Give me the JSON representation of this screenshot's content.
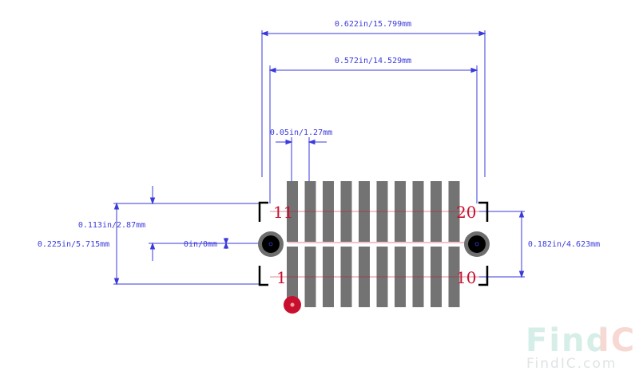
{
  "dimensions": {
    "overall_width": "0.622in/15.799mm",
    "pin_row_width": "0.572in/14.529mm",
    "pitch": "0.05in/1.27mm",
    "half_height": "0.113in/2.87mm",
    "overall_height": "0.225in/5.715mm",
    "zero_offset": "0in/0mm",
    "row_spacing": "0.182in/4.623mm"
  },
  "pins": {
    "top_left": "11",
    "top_right": "20",
    "bottom_left": "1",
    "bottom_right": "10",
    "pads_per_row": 10
  },
  "watermark": {
    "brand_light": "Find",
    "brand_accent": "IC",
    "url": "FindIC.com"
  },
  "colors": {
    "dimension": "#3a3adc",
    "pad": "#737373",
    "pin_label": "#c8102e",
    "pin1_marker": "#c8102e",
    "outline": "#000000"
  }
}
